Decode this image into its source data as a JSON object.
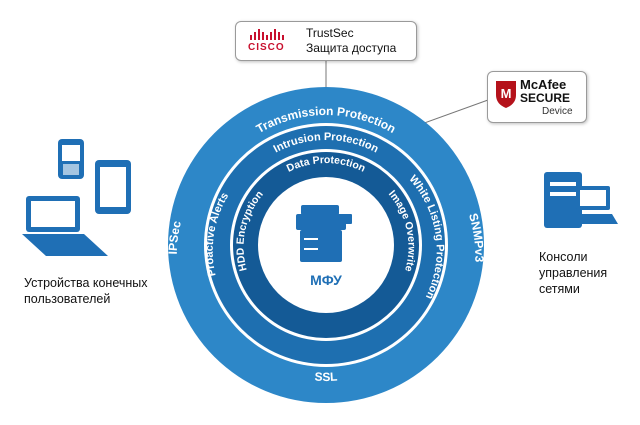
{
  "center": {
    "device_label": "МФУ"
  },
  "rings": {
    "outer_top": "Transmission Protection",
    "outer_bottom": "SSL",
    "outer_left": "IPSec",
    "outer_right": "SNMPv3",
    "mid_top": "Intrusion Protection",
    "mid_left": "Proactive Alerts",
    "mid_right": "White Listing Protection",
    "inner_top": "Data Protection",
    "inner_left": "HDD Encryption",
    "inner_right": "Image Overwrite"
  },
  "cisco_callout": {
    "logo_text": "CISCO",
    "line1": "TrustSec",
    "line2": "Защита доступа"
  },
  "mcafee_callout": {
    "brand": "McAfee",
    "secure": "SECURE",
    "device": "Device"
  },
  "left_label": {
    "line1": "Устройства конечных",
    "line2": "пользователей"
  },
  "right_label": {
    "line1": "Консоли",
    "line2": "управления",
    "line3": "сетями"
  },
  "icons": [
    "phone-icon",
    "tablet-icon",
    "laptop-icon",
    "server-icon",
    "printer-icon",
    "cisco-logo-icon",
    "mcafee-shield-icon"
  ],
  "colors": {
    "outer": "#2d87c8",
    "middle": "#1e6fb0",
    "inner": "#145a96",
    "core": "#ffffff",
    "icon": "#1f6fb5"
  }
}
